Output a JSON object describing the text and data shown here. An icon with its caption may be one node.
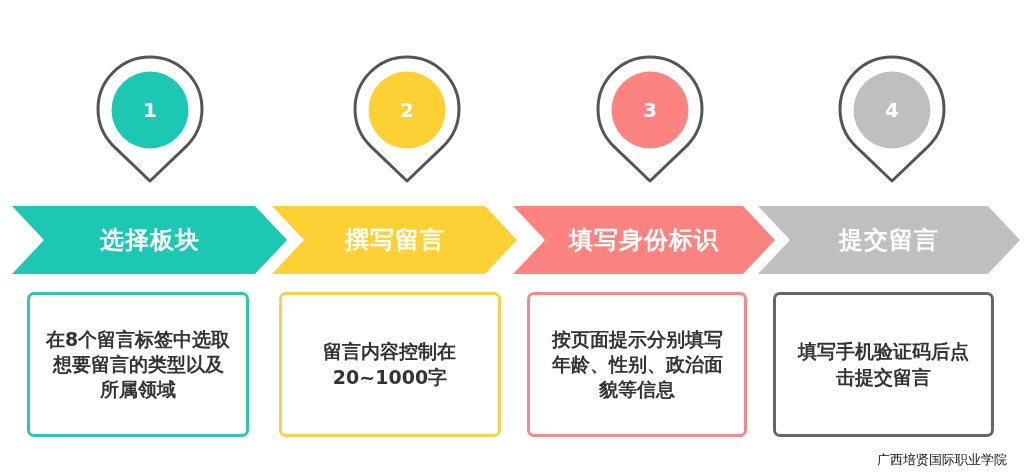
{
  "diagram": {
    "nodes": [
      {
        "text": [
          "1"
        ]
      },
      {
        "text": [
          "2"
        ]
      },
      {
        "text": [
          "3"
        ]
      },
      {
        "text": [
          "4"
        ]
      },
      {
        "text": [
          "选择板块"
        ]
      },
      {
        "text": [
          "撰写留言"
        ]
      },
      {
        "text": [
          "填写身份标识"
        ]
      },
      {
        "text": [
          "提交留言"
        ]
      },
      {
        "text": [
          "在8个留言标签中选取想要留言的类型以及所属领域"
        ]
      },
      {
        "text": [
          "留言内容控制在20~1000字"
        ]
      },
      {
        "text": [
          "按页面提示分别填写年龄、性别、政治面貌等信息"
        ]
      },
      {
        "text": [
          "填写手机验证码后点击提交留言"
        ]
      }
    ],
    "labels": [
      "广西培贤国际职业学院"
    ]
  }
}
